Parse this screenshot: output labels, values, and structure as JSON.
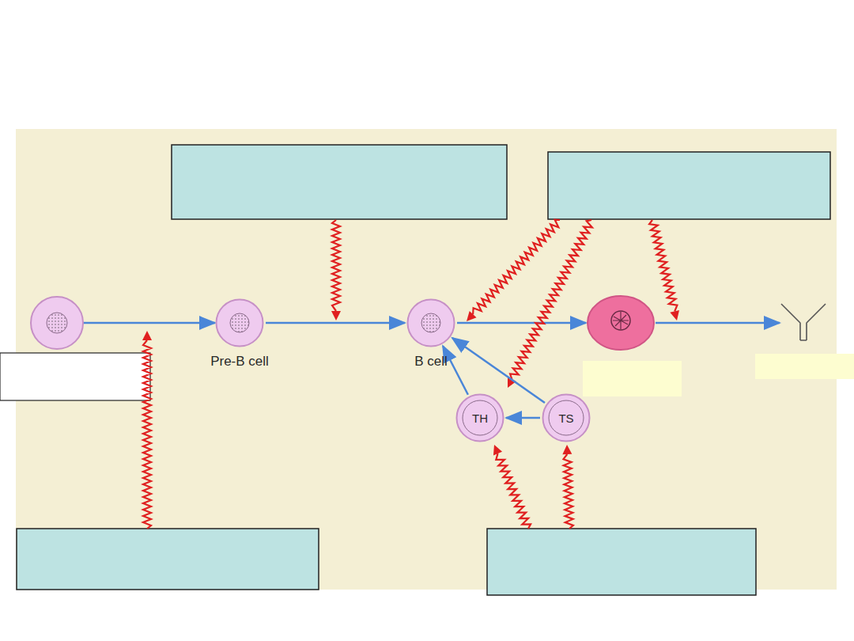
{
  "diagram": {
    "nodes": [
      {
        "text": [
          "Pre-B cell"
        ]
      },
      {
        "text": [
          "B cell"
        ]
      },
      {
        "text": [
          "TH"
        ]
      },
      {
        "text": [
          "TS"
        ]
      }
    ],
    "edges": [
      {
        "from": 0,
        "to": 1,
        "arrow": "to"
      },
      {
        "from": 2,
        "to": 1,
        "arrow": "to"
      },
      {
        "from": 3,
        "to": 1,
        "arrow": "to"
      },
      {
        "from": 3,
        "to": 2,
        "arrow": "to"
      }
    ]
  }
}
